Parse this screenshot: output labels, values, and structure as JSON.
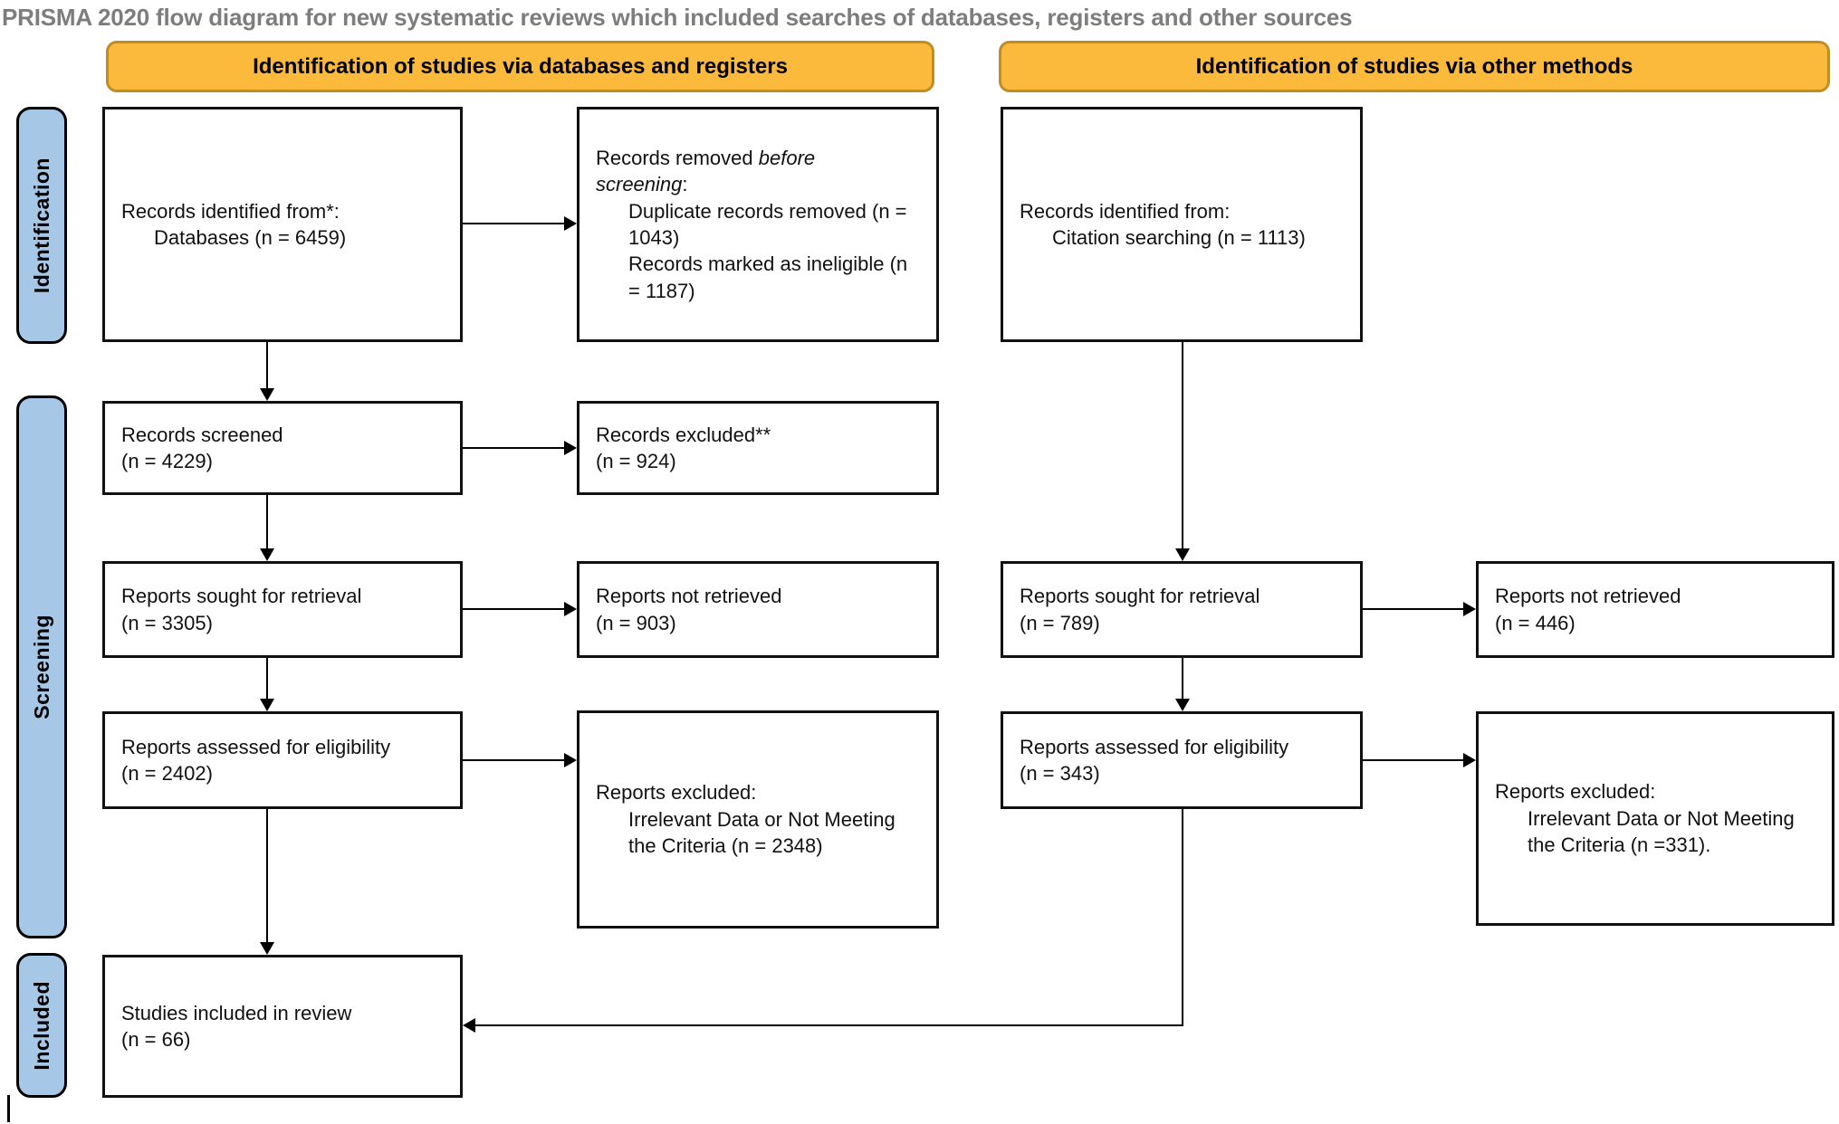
{
  "title": "PRISMA 2020 flow diagram for new systematic reviews which included searches of databases, registers and other sources",
  "banners": {
    "left": "Identification of studies via databases and registers",
    "right": "Identification of studies via other methods"
  },
  "sidebar": {
    "identification": "Identification",
    "screening": "Screening",
    "included": "Included"
  },
  "boxes": {
    "records_identified": {
      "line1": "Records identified from*:",
      "line2": "Databases (n = 6459)"
    },
    "records_removed": {
      "prefix": "Records removed ",
      "italic": "before screening",
      "suffix": ":",
      "item1": "Duplicate records removed (n = 1043)",
      "item2": "Records marked as ineligible (n = 1187)"
    },
    "citation_identified": {
      "line1": "Records identified from:",
      "line2": "Citation searching (n = 1113)"
    },
    "records_screened": {
      "line1": "Records screened",
      "line2": "(n = 4229)"
    },
    "records_excluded": {
      "line1": "Records excluded**",
      "line2": "(n = 924)"
    },
    "reports_sought_db": {
      "line1": "Reports sought for retrieval",
      "line2": "(n = 3305)"
    },
    "reports_not_retrieved_db": {
      "line1": "Reports not retrieved",
      "line2": "(n = 903)"
    },
    "reports_sought_other": {
      "line1": "Reports sought for retrieval",
      "line2": "(n = 789)"
    },
    "reports_not_retrieved_other": {
      "line1": "Reports not retrieved",
      "line2": "(n = 446)"
    },
    "reports_assessed_db": {
      "line1": "Reports assessed for eligibility",
      "line2": "(n = 2402)"
    },
    "reports_excluded_db": {
      "line1": "Reports excluded:",
      "item1": "Irrelevant Data or Not Meeting the Criteria (n = 2348)"
    },
    "reports_assessed_other": {
      "line1": "Reports assessed for eligibility",
      "line2": "(n = 343)"
    },
    "reports_excluded_other": {
      "line1": "Reports excluded:",
      "item1": "Irrelevant Data or Not Meeting the Criteria (n =331)."
    },
    "studies_included": {
      "line1": "Studies included in review",
      "line2": "(n = 66)"
    }
  },
  "colors": {
    "banner_fill": "#FBBA3C",
    "banner_border": "#BF8D26",
    "sidebar_fill": "#A7C7E7",
    "box_border": "#111111",
    "title_color": "#7D7D7D",
    "arrow_color": "#000000"
  }
}
